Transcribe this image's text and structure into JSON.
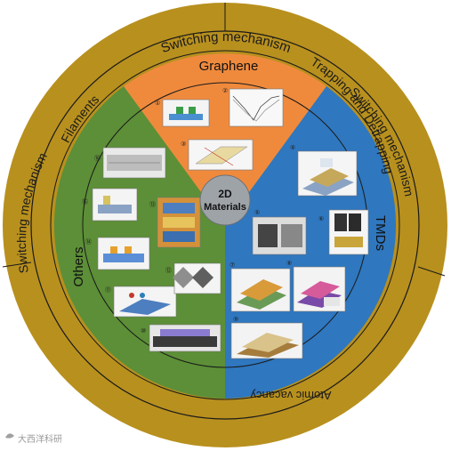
{
  "colors": {
    "outer_ring": "#b8901e",
    "graphene": "#ef8a3d",
    "tmds": "#2f77bf",
    "others": "#5c8f37",
    "center": "#9ea3a8",
    "line": "#1a1a1a"
  },
  "center": {
    "line1": "2D",
    "line2": "Materials"
  },
  "segments": {
    "graphene": "Graphene",
    "tmds": "TMDs",
    "others": "Others"
  },
  "outer_ring": {
    "top": "Switching mechanism",
    "right": "Switching mechanism",
    "left": "Switching mechanism"
  },
  "middle_ring": {
    "trapping": "Trapping and Detrapping",
    "filaments": "Filaments",
    "vacancy": "Atomic vacancy"
  },
  "figure_numbers": [
    "①",
    "②",
    "③",
    "④",
    "⑤",
    "⑥",
    "⑦",
    "⑧",
    "⑨",
    "⑩",
    "⑪",
    "⑫",
    "⑬",
    "⑭",
    "⑮",
    "⑯"
  ],
  "watermark": "大西洋科研"
}
